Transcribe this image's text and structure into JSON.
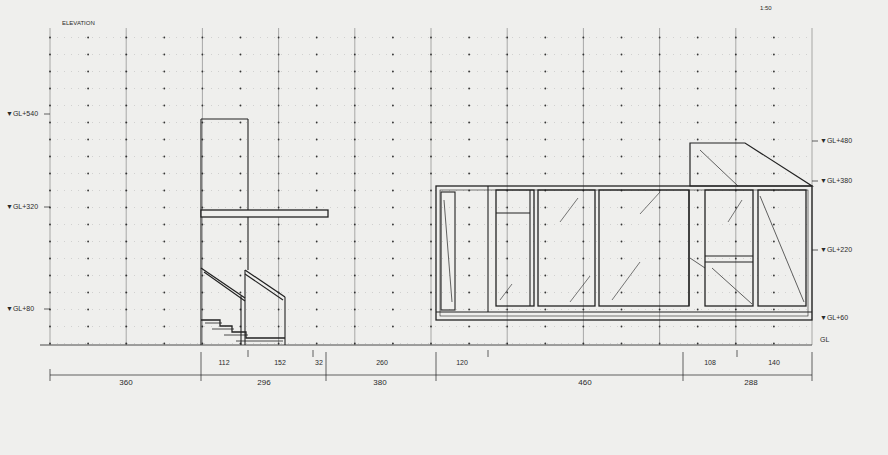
{
  "diagram": {
    "labels": [
      "ELEVATION",
      "1:50",
      "▼GL+540",
      "▼GL+320",
      "▼GL+80",
      "▼GL+480",
      "▼GL+380",
      "▼GL+220",
      "▼GL+60",
      "GL",
      "112",
      "152",
      "32",
      "260",
      "120",
      "108",
      "140",
      "360",
      "296",
      "380",
      "460",
      "288"
    ]
  }
}
